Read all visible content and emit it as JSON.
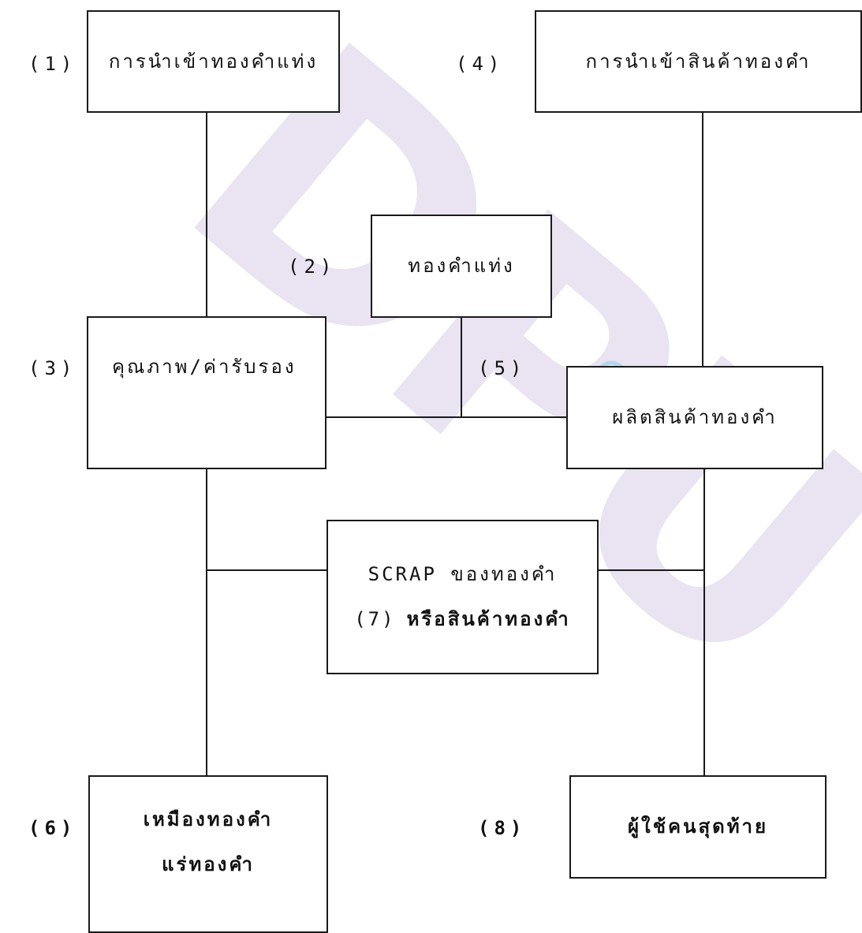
{
  "watermark": "DPU",
  "nodes": {
    "n1": {
      "num": "(1)",
      "lines": [
        "การนำเข้าทองคำแท่ง"
      ]
    },
    "n2": {
      "num": "(2)",
      "lines": [
        "ทองคำแท่ง"
      ]
    },
    "n3": {
      "num": "(3)",
      "lines": [
        "คุณภาพ/ค่ารับรอง"
      ]
    },
    "n4": {
      "num": "(4)",
      "lines": [
        "การนำเข้าสินค้าทองคำ"
      ]
    },
    "n5": {
      "num": "(5)",
      "lines": [
        "ผลิตสินค้าทองคำ"
      ]
    },
    "n6": {
      "num": "(6)",
      "lines": [
        "เหมืองทองคำ",
        "แร่ทองคำ"
      ]
    },
    "n7": {
      "num": "(7)",
      "lines": [
        "SCRAP ของทองคำ",
        "หรือสินค้าทองคำ"
      ]
    },
    "n8": {
      "num": "(8)",
      "lines": [
        "ผู้ใช้คนสุดท้าย"
      ]
    }
  },
  "colors": {
    "line": "#1a1a1a",
    "watermark": "#d8cde8",
    "logo": "#a9d4ee"
  }
}
